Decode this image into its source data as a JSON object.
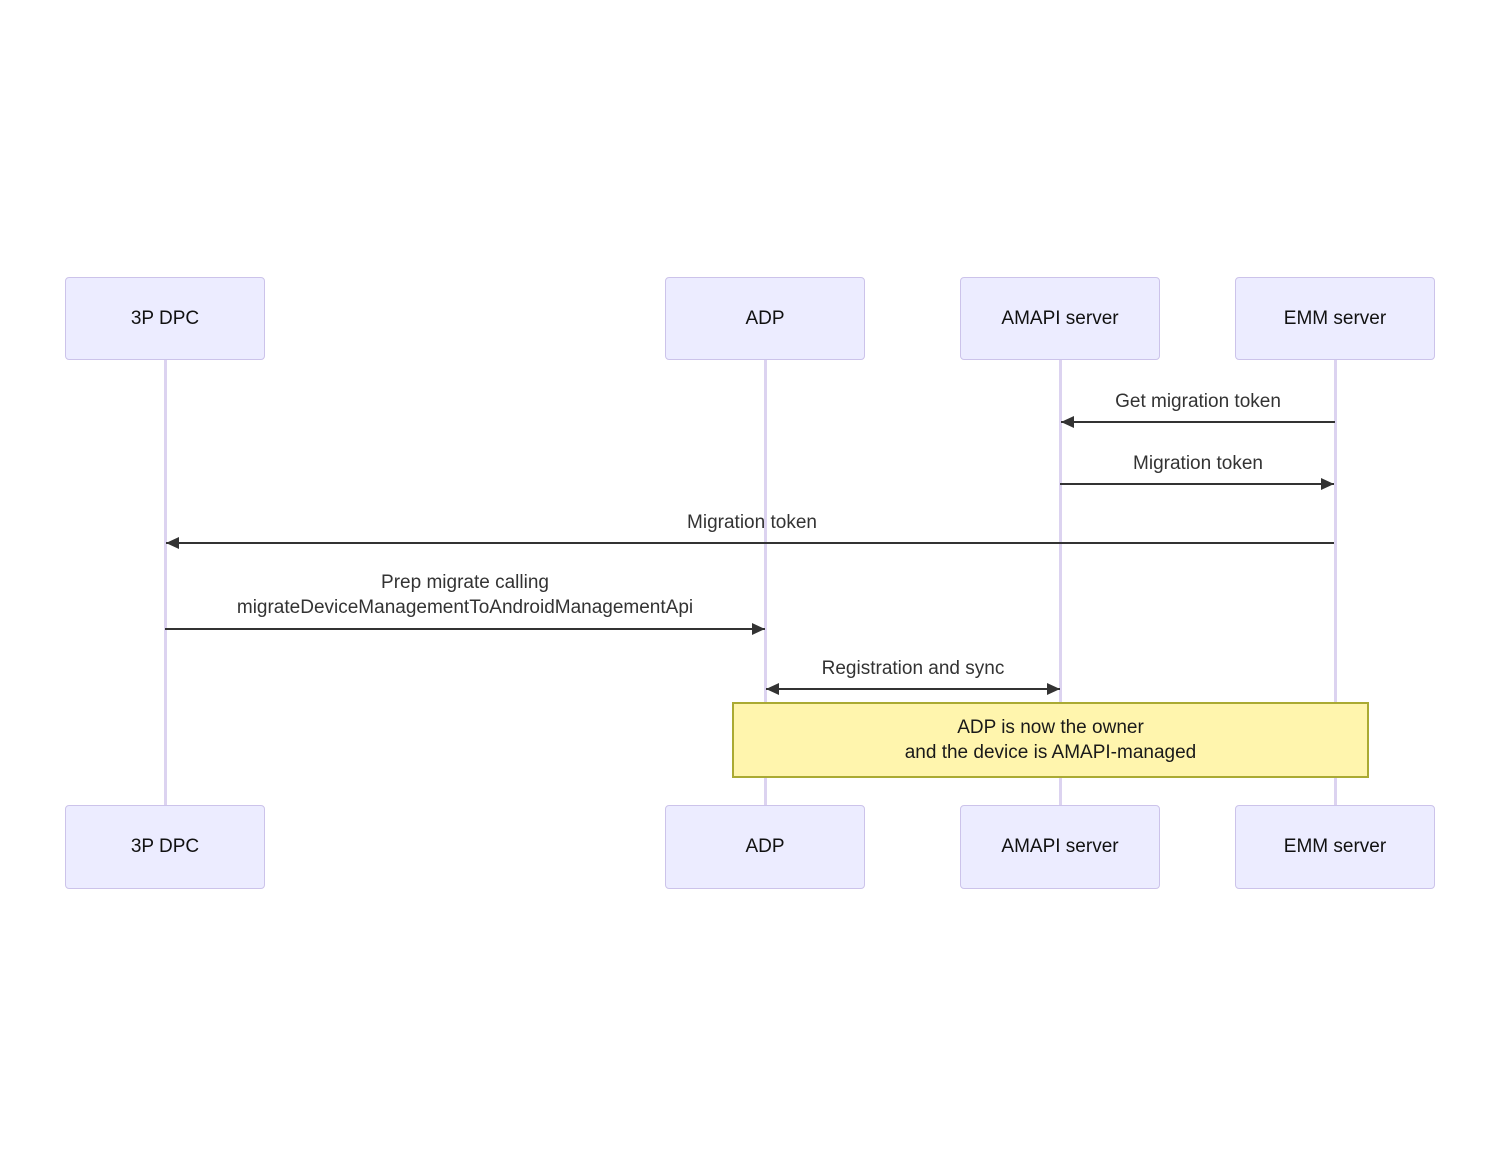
{
  "diagram": {
    "type": "sequence",
    "actors": [
      {
        "id": "3p-dpc",
        "label": "3P DPC"
      },
      {
        "id": "adp",
        "label": "ADP"
      },
      {
        "id": "amapi-server",
        "label": "AMAPI server"
      },
      {
        "id": "emm-server",
        "label": "EMM server"
      }
    ],
    "messages": [
      {
        "from": "EMM server",
        "to": "AMAPI server",
        "label": "Get migration token",
        "direction": "left"
      },
      {
        "from": "AMAPI server",
        "to": "EMM server",
        "label": "Migration token",
        "direction": "right"
      },
      {
        "from": "EMM server",
        "to": "3P DPC",
        "label": "Migration token",
        "direction": "left"
      },
      {
        "from": "3P DPC",
        "to": "ADP",
        "label_line1": "Prep migrate calling",
        "label_line2": "migrateDeviceManagementToAndroidManagementApi",
        "direction": "right"
      },
      {
        "from": "ADP",
        "to": "AMAPI server",
        "label": "Registration and sync",
        "direction": "both"
      }
    ],
    "note": {
      "spans": "ADP to EMM server",
      "line1": "ADP is now the owner",
      "line2": "and the device is AMAPI-managed"
    },
    "colors": {
      "actor_fill": "#ECECFF",
      "actor_border": "#CCC3EA",
      "actor_text": "#111111",
      "lifeline": "#DCD3F0",
      "arrow": "#333333",
      "message_text": "#333333",
      "note_fill": "#FFF5AD",
      "note_border": "#AAAA33",
      "note_text": "#1A1A1A"
    }
  }
}
